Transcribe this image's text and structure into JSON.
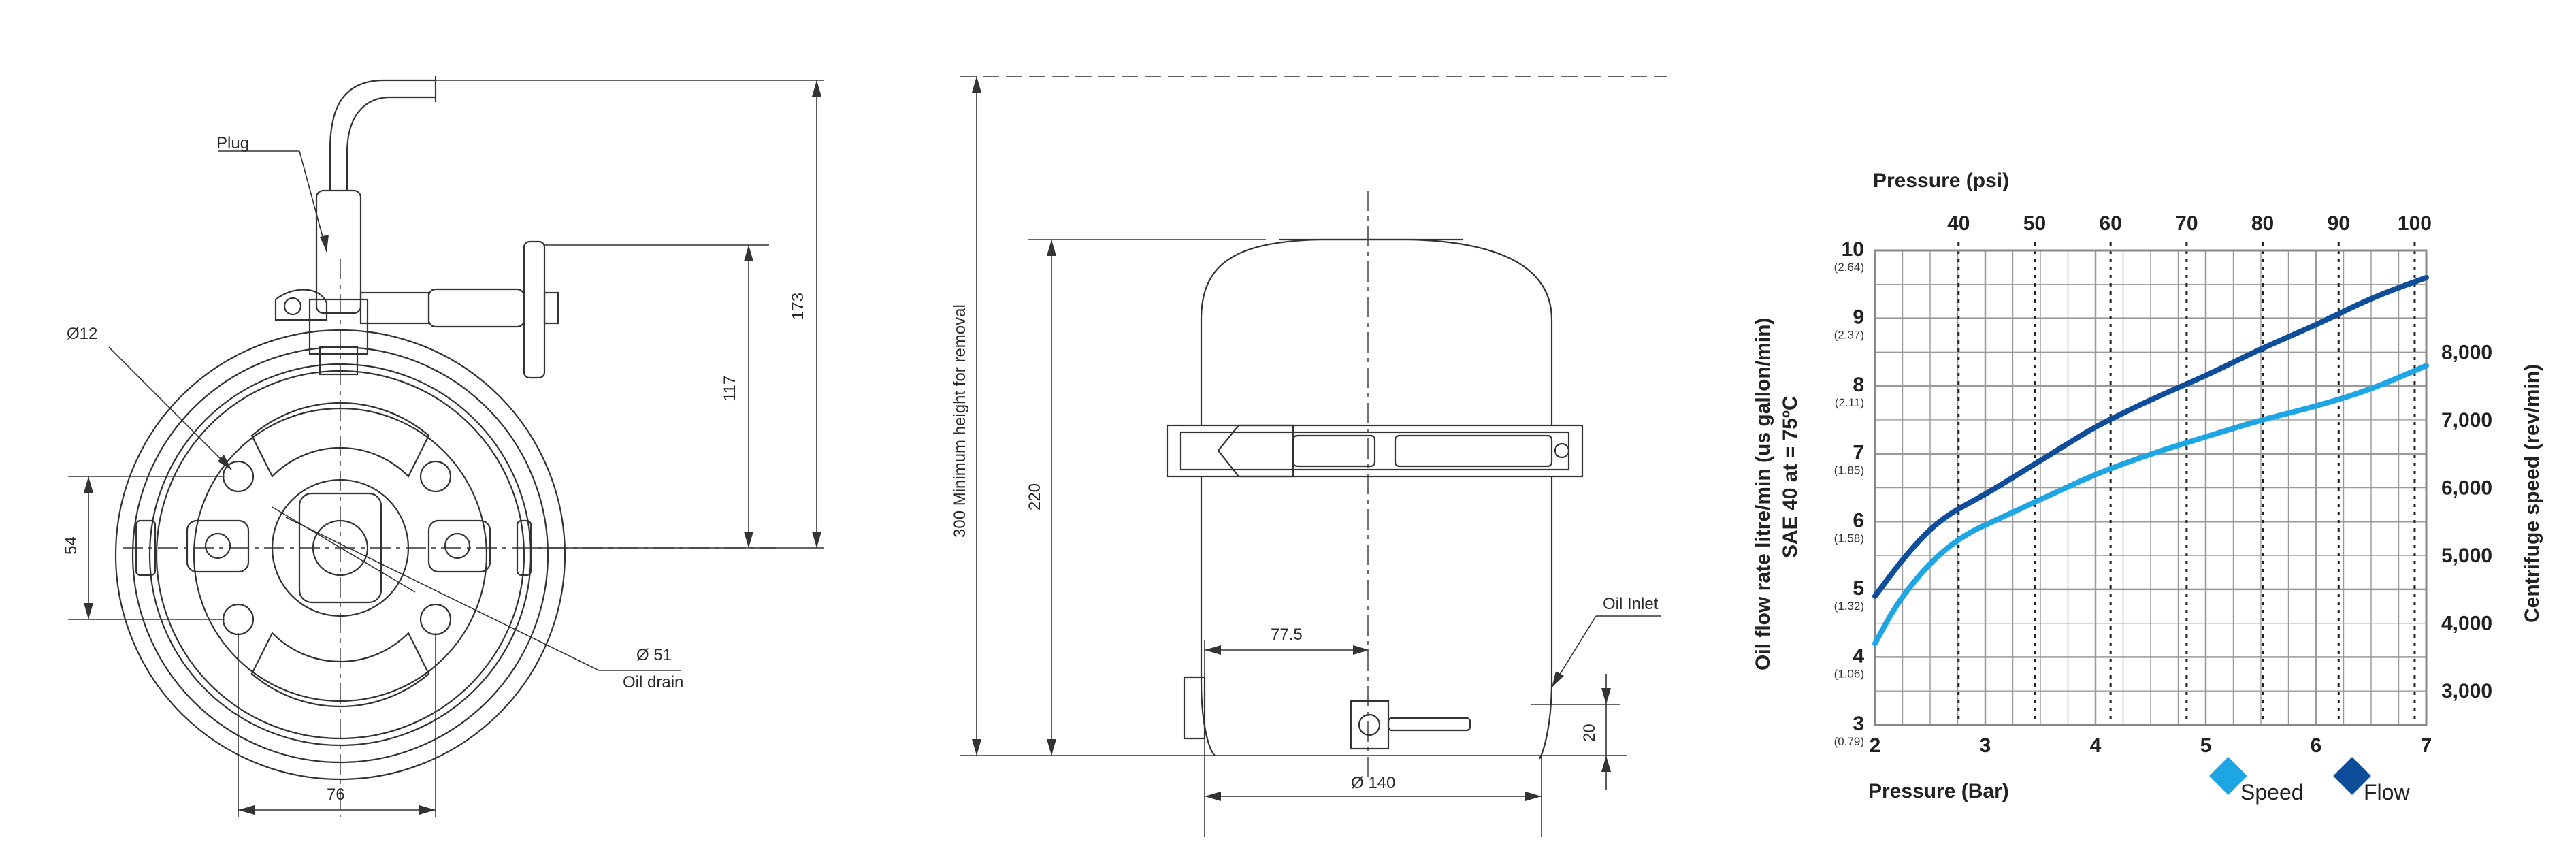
{
  "views": {
    "front": {
      "plug_label": "Plug",
      "dia12": "Ø12",
      "dim_173": "173",
      "dim_117": "117",
      "dim_54": "54",
      "dim_76": "76",
      "dia51": "Ø 51",
      "oil_drain": "Oil drain"
    },
    "side": {
      "min_height": "300 Minimum height for removal",
      "dim_220": "220",
      "dim_775": "77.5",
      "dia140": "Ø 140",
      "dim_20": "20",
      "oil_inlet": "Oil Inlet"
    }
  },
  "colors": {
    "speed": "#1ea5e3",
    "flow": "#0d4d9a",
    "grid": "#9a9a9a",
    "drawing": "#333333"
  },
  "chart_data": {
    "type": "line",
    "xlabel": "Pressure (Bar)",
    "x2label": "Pressure (psi)",
    "ylabel": "Oil flow rate litre/min (us gallon/min)",
    "ylabel2": "SAE 40 at = 75ºC",
    "y2label": "Centrifuge speed (rev/min)",
    "xlim": [
      2,
      7
    ],
    "ylim": [
      3,
      10
    ],
    "x_ticks": [
      "2",
      "3",
      "4",
      "5",
      "6",
      "7"
    ],
    "psi_ticks": [
      "40",
      "50",
      "60",
      "70",
      "80",
      "90",
      "100"
    ],
    "psi_values": [
      40,
      50,
      60,
      70,
      80,
      90,
      100
    ],
    "y_ticks": [
      "3",
      "4",
      "5",
      "6",
      "7",
      "8",
      "9",
      "10"
    ],
    "y_sub": [
      "(0.79)",
      "(1.06)",
      "(1.32)",
      "(1.58)",
      "(1.85)",
      "(2.11)",
      "(2.37)",
      "(2.64)"
    ],
    "y2_ticks": [
      "3,000",
      "4,000",
      "5,000",
      "6,000",
      "7,000",
      "8,000"
    ],
    "y2_values": [
      3000,
      4000,
      5000,
      6000,
      7000,
      8000
    ],
    "y2_map": {
      "y_at_3000": 3.5,
      "per_1000": 1.0
    },
    "grid": true,
    "legend_position": "bottom-right",
    "series": [
      {
        "name": "Speed",
        "color": "#1ea5e3",
        "x": [
          2.0,
          2.2,
          2.5,
          2.8,
          3.2,
          3.6,
          4.0,
          4.5,
          5.0,
          5.5,
          6.0,
          6.5,
          7.0
        ],
        "y": [
          4.2,
          4.8,
          5.4,
          5.8,
          6.1,
          6.4,
          6.7,
          7.0,
          7.25,
          7.5,
          7.7,
          7.95,
          8.3
        ]
      },
      {
        "name": "Flow",
        "color": "#0d4d9a",
        "x": [
          2.0,
          2.3,
          2.6,
          3.0,
          3.4,
          3.8,
          4.0,
          4.5,
          5.0,
          5.5,
          6.0,
          6.5,
          7.0
        ],
        "y": [
          4.9,
          5.55,
          6.05,
          6.4,
          6.8,
          7.2,
          7.4,
          7.8,
          8.15,
          8.55,
          8.9,
          9.3,
          9.6
        ]
      }
    ]
  }
}
